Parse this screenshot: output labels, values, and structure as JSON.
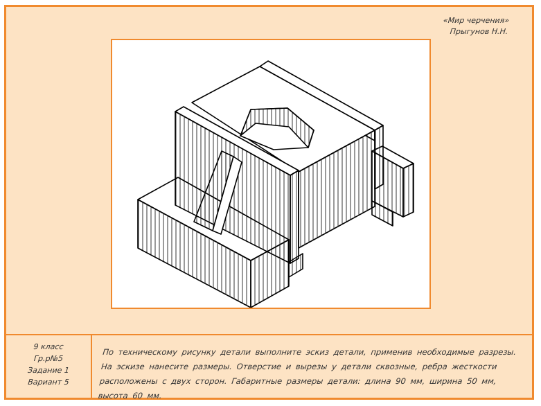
{
  "author": {
    "line1": "«Мир черчения»",
    "line2": "Прыгунов Н.Н."
  },
  "info": {
    "grade": "9 класс",
    "group": "Гр.р№5",
    "task": "Задание 1",
    "variant": "Вариант 5"
  },
  "task_text": "По техническому рисунку детали выполните эскиз детали, применив необходимые разрезы. На эскизе нанесите размеры. Отверстие и вырезы у детали сквозные, ребра жесткости расположены с двух сторон. Габаритные размеры детали: длина 90 мм, ширина 50 мм, высота 60 мм.",
  "colors": {
    "background": "#fde3c4",
    "frame": "#f08a2e",
    "ink": "#000000"
  }
}
